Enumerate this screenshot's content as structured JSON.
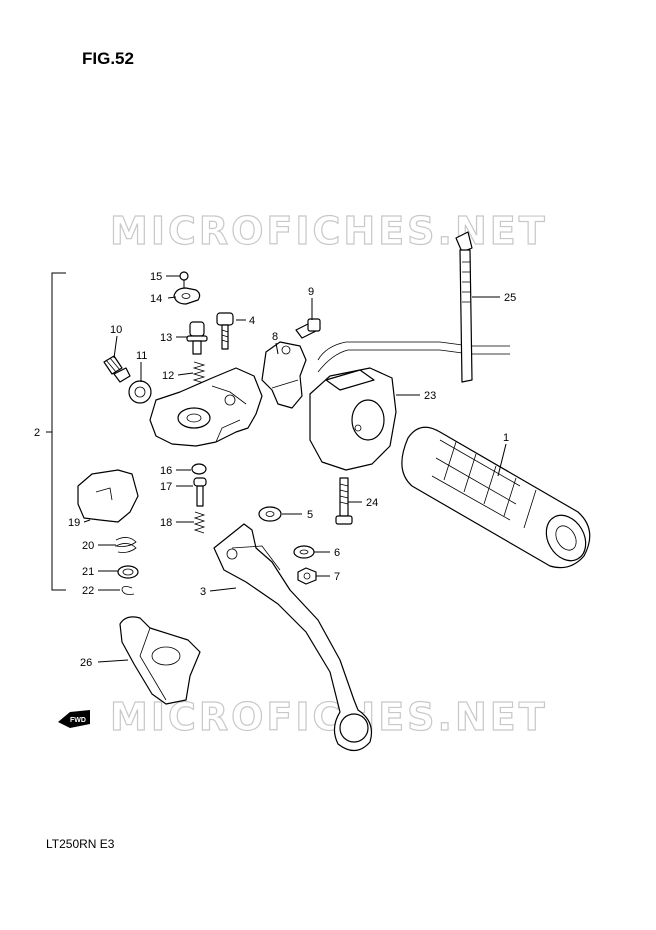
{
  "figure": {
    "title": "FIG.52"
  },
  "model_code": "LT250RN E3",
  "watermark": {
    "text": "MICROFICHES.NET"
  },
  "fwd_arrow": {
    "text": "FWD"
  },
  "group_bracket": {
    "label": "2"
  },
  "callouts": [
    "15",
    "14",
    "4",
    "13",
    "10",
    "11",
    "12",
    "8",
    "9",
    "25",
    "23",
    "1",
    "16",
    "17",
    "18",
    "5",
    "24",
    "6",
    "7",
    "19",
    "20",
    "21",
    "22",
    "3",
    "26"
  ]
}
